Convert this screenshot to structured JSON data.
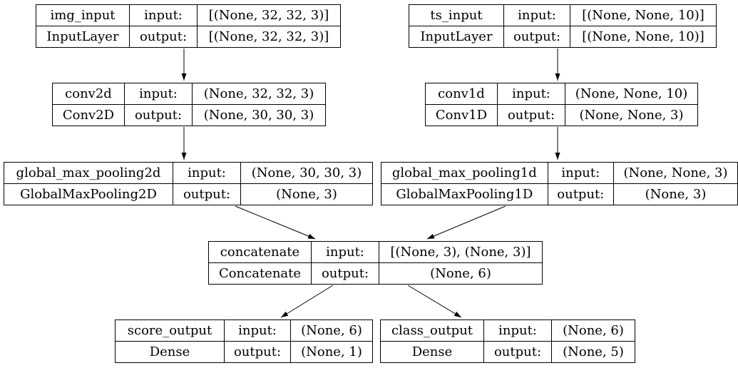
{
  "diagram": {
    "kind": "keras-model-architecture",
    "background_color": "#ffffff",
    "line_color": "#000000",
    "text_color": "#000000"
  },
  "labels": {
    "input": "input:",
    "output": "output:"
  },
  "nodes": {
    "img_input": {
      "name": "img_input",
      "type": "InputLayer",
      "input_shape": "[(None, 32, 32, 3)]",
      "output_shape": "[(None, 32, 32, 3)]"
    },
    "ts_input": {
      "name": "ts_input",
      "type": "InputLayer",
      "input_shape": "[(None, None, 10)]",
      "output_shape": "[(None, None, 10)]"
    },
    "conv2d": {
      "name": "conv2d",
      "type": "Conv2D",
      "input_shape": "(None, 32, 32, 3)",
      "output_shape": "(None, 30, 30, 3)"
    },
    "conv1d": {
      "name": "conv1d",
      "type": "Conv1D",
      "input_shape": "(None, None, 10)",
      "output_shape": "(None, None, 3)"
    },
    "global_max_pooling2d": {
      "name": "global_max_pooling2d",
      "type": "GlobalMaxPooling2D",
      "input_shape": "(None, 30, 30, 3)",
      "output_shape": "(None, 3)"
    },
    "global_max_pooling1d": {
      "name": "global_max_pooling1d",
      "type": "GlobalMaxPooling1D",
      "input_shape": "(None, None, 3)",
      "output_shape": "(None, 3)"
    },
    "concatenate": {
      "name": "concatenate",
      "type": "Concatenate",
      "input_shape": "[(None, 3), (None, 3)]",
      "output_shape": "(None, 6)"
    },
    "score_output": {
      "name": "score_output",
      "type": "Dense",
      "input_shape": "(None, 6)",
      "output_shape": "(None, 1)"
    },
    "class_output": {
      "name": "class_output",
      "type": "Dense",
      "input_shape": "(None, 6)",
      "output_shape": "(None, 5)"
    }
  },
  "edges": [
    {
      "from": "img_input",
      "to": "conv2d"
    },
    {
      "from": "ts_input",
      "to": "conv1d"
    },
    {
      "from": "conv2d",
      "to": "global_max_pooling2d"
    },
    {
      "from": "conv1d",
      "to": "global_max_pooling1d"
    },
    {
      "from": "global_max_pooling2d",
      "to": "concatenate"
    },
    {
      "from": "global_max_pooling1d",
      "to": "concatenate"
    },
    {
      "from": "concatenate",
      "to": "score_output"
    },
    {
      "from": "concatenate",
      "to": "class_output"
    }
  ]
}
